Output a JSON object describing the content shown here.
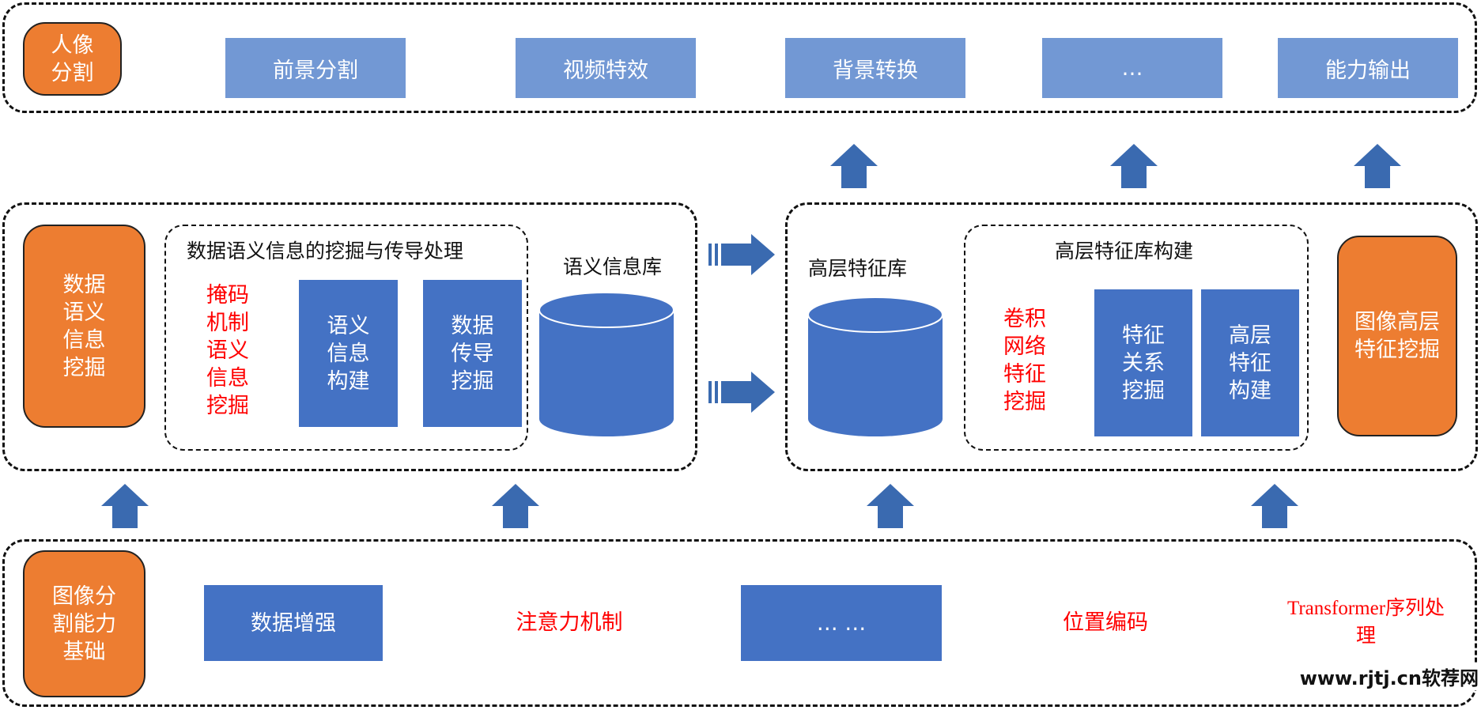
{
  "top_row": {
    "title": "人像\n分割",
    "items": [
      "前景分割",
      "视频特效",
      "背景转换",
      "…",
      "能力输出"
    ]
  },
  "middle_left": {
    "title": "数据\n语义\n信息\n挖掘",
    "group_label": "数据语义信息的挖掘与传导处理",
    "red_text": "掩码\n机制\n语义\n信息\n挖掘",
    "box1": "语义\n信息\n构建",
    "box2": "数据\n传导\n挖掘",
    "db_label": "语义信息库"
  },
  "middle_right": {
    "db_label": "高层特征库",
    "group_label": "高层特征库构建",
    "red_text": "卷积\n网络\n特征\n挖掘",
    "box1": "特征\n关系\n挖掘",
    "box2": "高层\n特征\n构建",
    "title": "图像高层\n特征挖掘"
  },
  "bottom_row": {
    "title": "图像分\n割能力\n基础",
    "box1": "数据增强",
    "red1": "注意力机制",
    "box2": "… …",
    "red2": "位置编码",
    "red3": "Transformer序列处\n理"
  },
  "watermark": "www.rjtj.cn软荐网",
  "colors": {
    "orange": "#ed7d31",
    "light_blue": "#7298d4",
    "blue": "#4472c4",
    "arrow": "#3a6ab0",
    "red": "#ff0000"
  }
}
